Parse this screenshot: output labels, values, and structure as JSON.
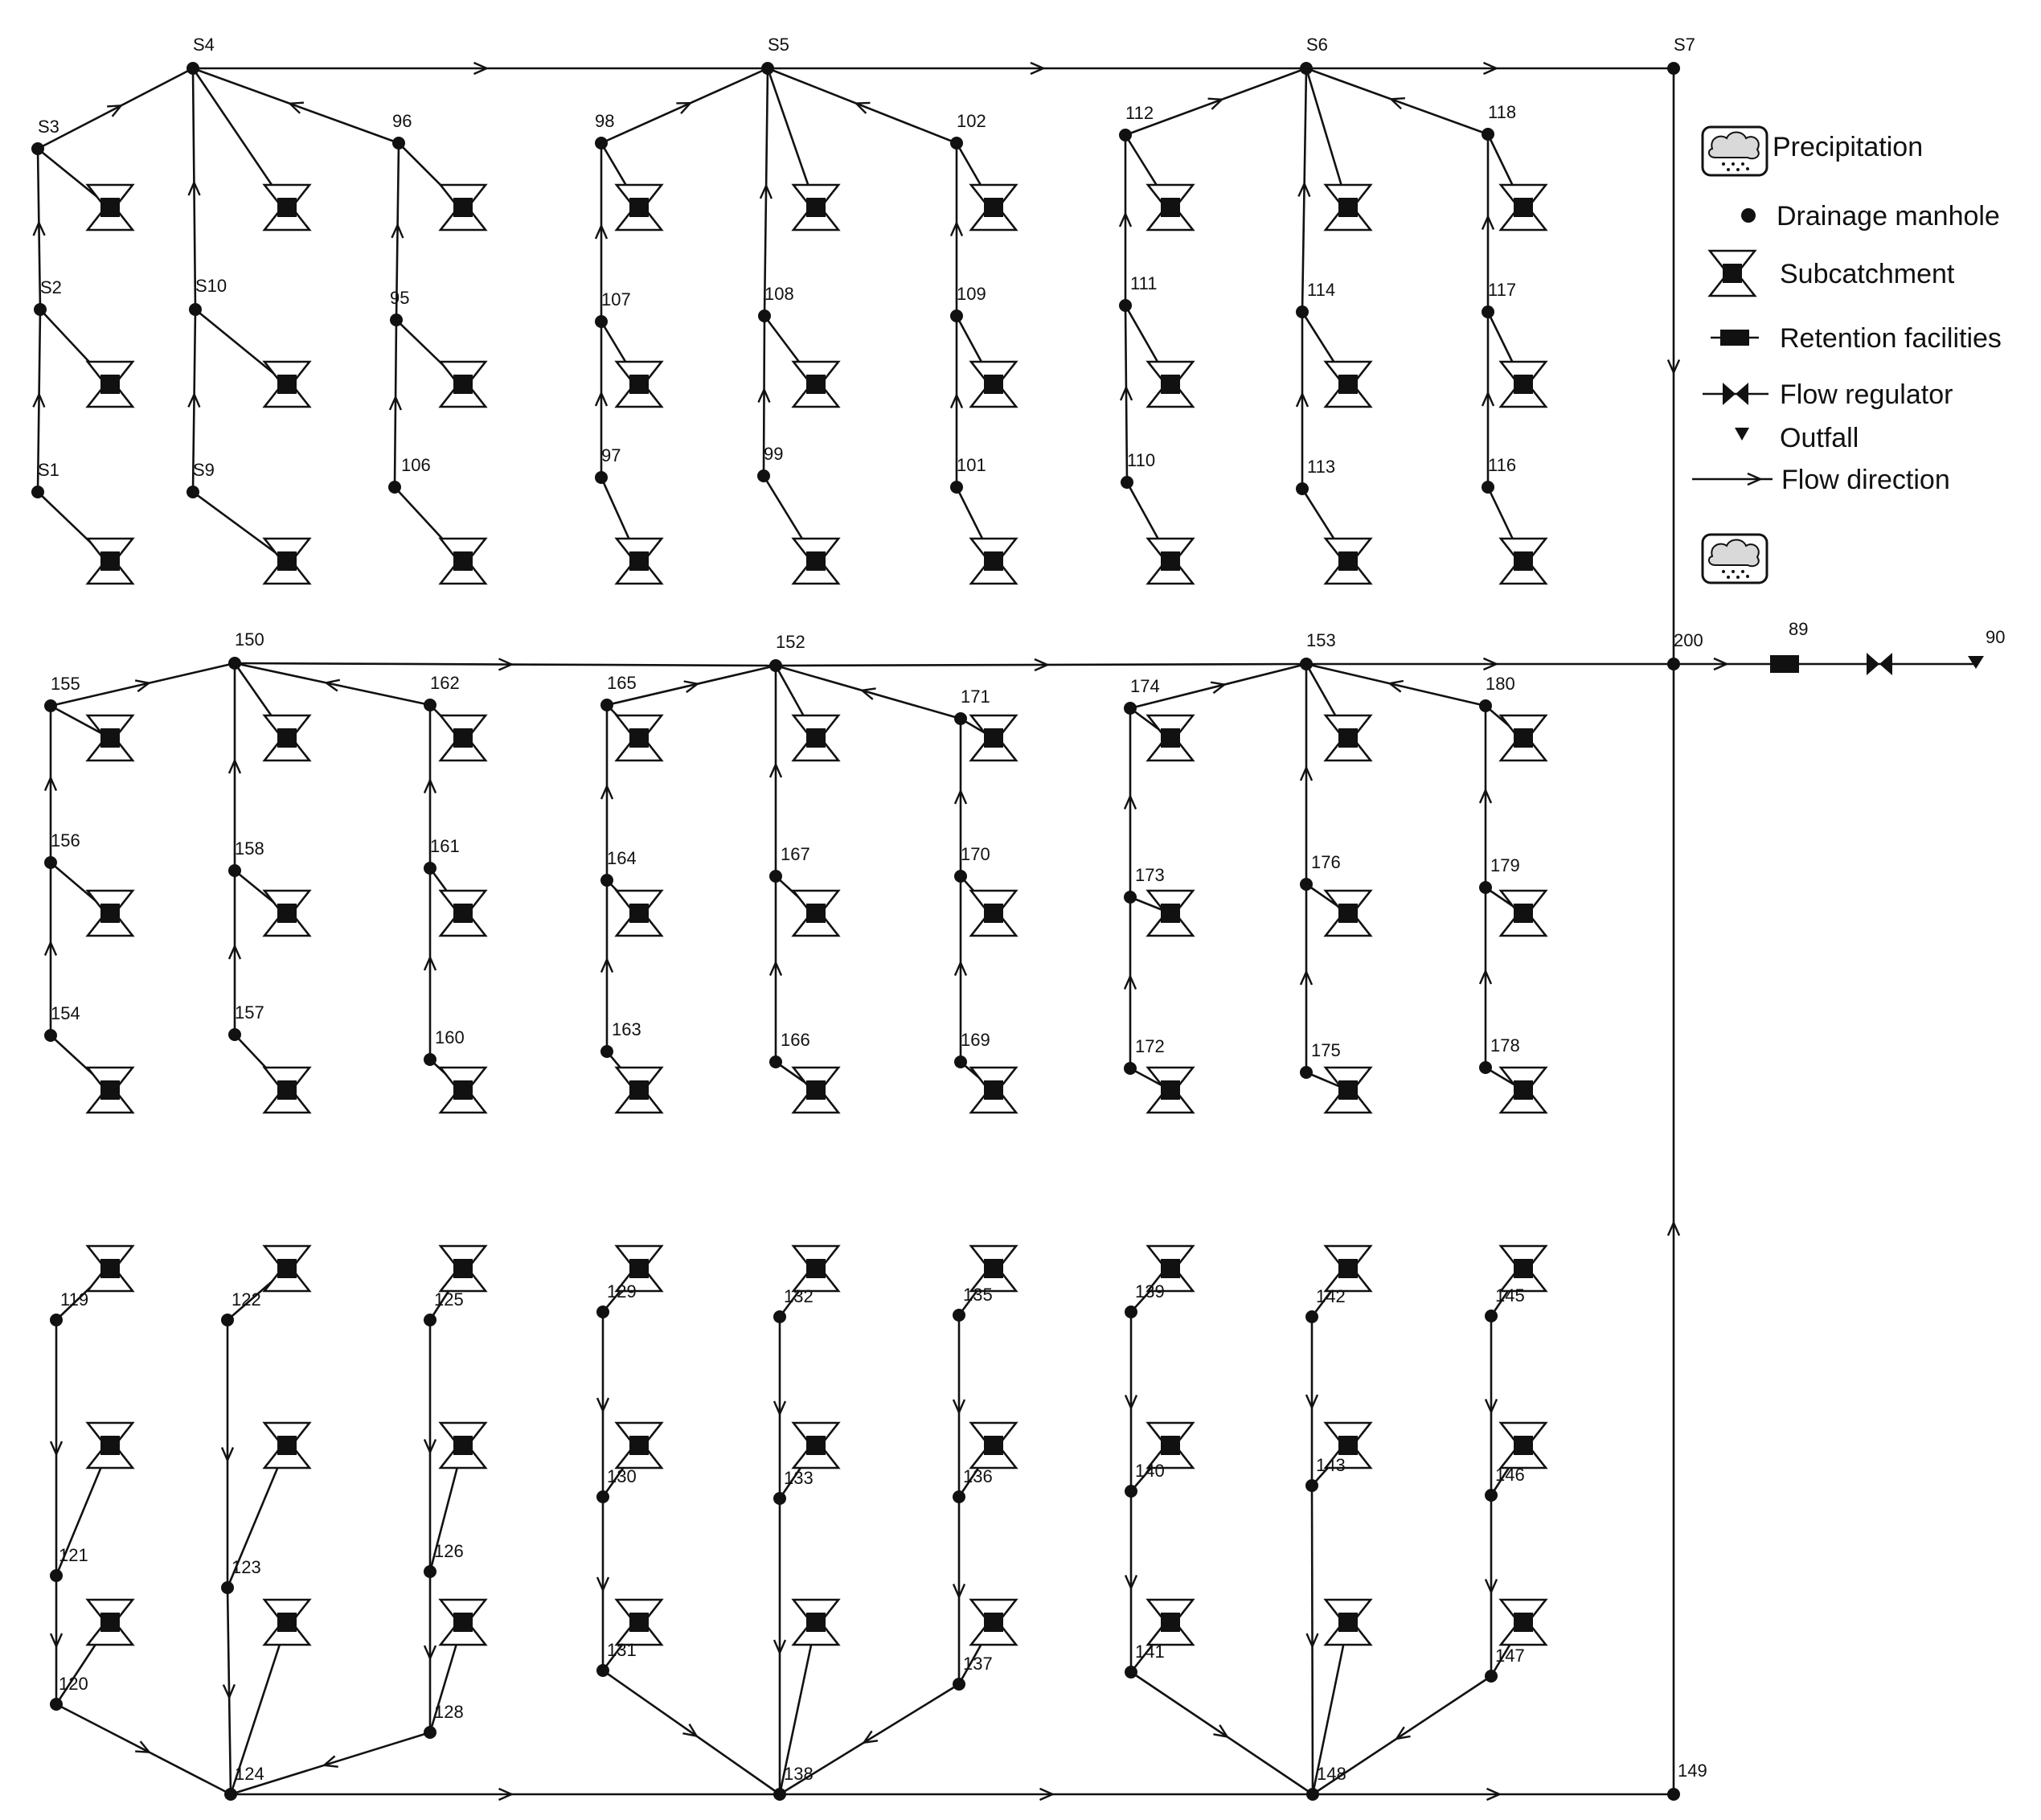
{
  "colors": {
    "line": "#111111",
    "background": "#ffffff",
    "cloud": "#d9d9d9"
  },
  "icons": {
    "manhole": "filled-circle",
    "subcatchment": "bowtie-with-black-square",
    "precipitation": "cloud-with-rain-box",
    "retention": "black-rectangle-on-line",
    "regulator": "bowtie-on-line",
    "outfall": "down-triangle",
    "flow": "open-arrowhead"
  },
  "legend": {
    "precipitation": "Precipitation",
    "manhole": "Drainage manhole",
    "subcatchment": "Subcatchment",
    "retention": "Retention facilities",
    "regulator": "Flow regulator",
    "outfall": "Outfall",
    "flow": "Flow direction"
  },
  "nodes": {
    "S1": "S1",
    "S2": "S2",
    "S3": "S3",
    "S4": "S4",
    "S5": "S5",
    "S6": "S6",
    "S7": "S7",
    "S9": "S9",
    "S10": "S10",
    "n95": "95",
    "n96": "96",
    "n97": "97",
    "n98": "98",
    "n99": "99",
    "n101": "101",
    "n102": "102",
    "n106": "106",
    "n107": "107",
    "n108": "108",
    "n109": "109",
    "n110": "110",
    "n111": "111",
    "n112": "112",
    "n113": "113",
    "n114": "114",
    "n116": "116",
    "n117": "117",
    "n118": "118",
    "n150": "150",
    "n152": "152",
    "n153": "153",
    "n154": "154",
    "n155": "155",
    "n156": "156",
    "n157": "157",
    "n158": "158",
    "n160": "160",
    "n161": "161",
    "n162": "162",
    "n163": "163",
    "n164": "164",
    "n165": "165",
    "n166": "166",
    "n167": "167",
    "n169": "169",
    "n170": "170",
    "n171": "171",
    "n172": "172",
    "n173": "173",
    "n174": "174",
    "n175": "175",
    "n176": "176",
    "n178": "178",
    "n179": "179",
    "n180": "180",
    "n200": "200",
    "n89": "89",
    "n90": "90",
    "n119": "119",
    "n120": "120",
    "n121": "121",
    "n122": "122",
    "n123": "123",
    "n124": "124",
    "n125": "125",
    "n126": "126",
    "n128": "128",
    "n129": "129",
    "n130": "130",
    "n131": "131",
    "n132": "132",
    "n133": "133",
    "n135": "135",
    "n136": "136",
    "n137": "137",
    "n138": "138",
    "n139": "139",
    "n140": "140",
    "n141": "141",
    "n142": "142",
    "n143": "143",
    "n145": "145",
    "n146": "146",
    "n147": "147",
    "n148": "148",
    "n149": "149"
  }
}
